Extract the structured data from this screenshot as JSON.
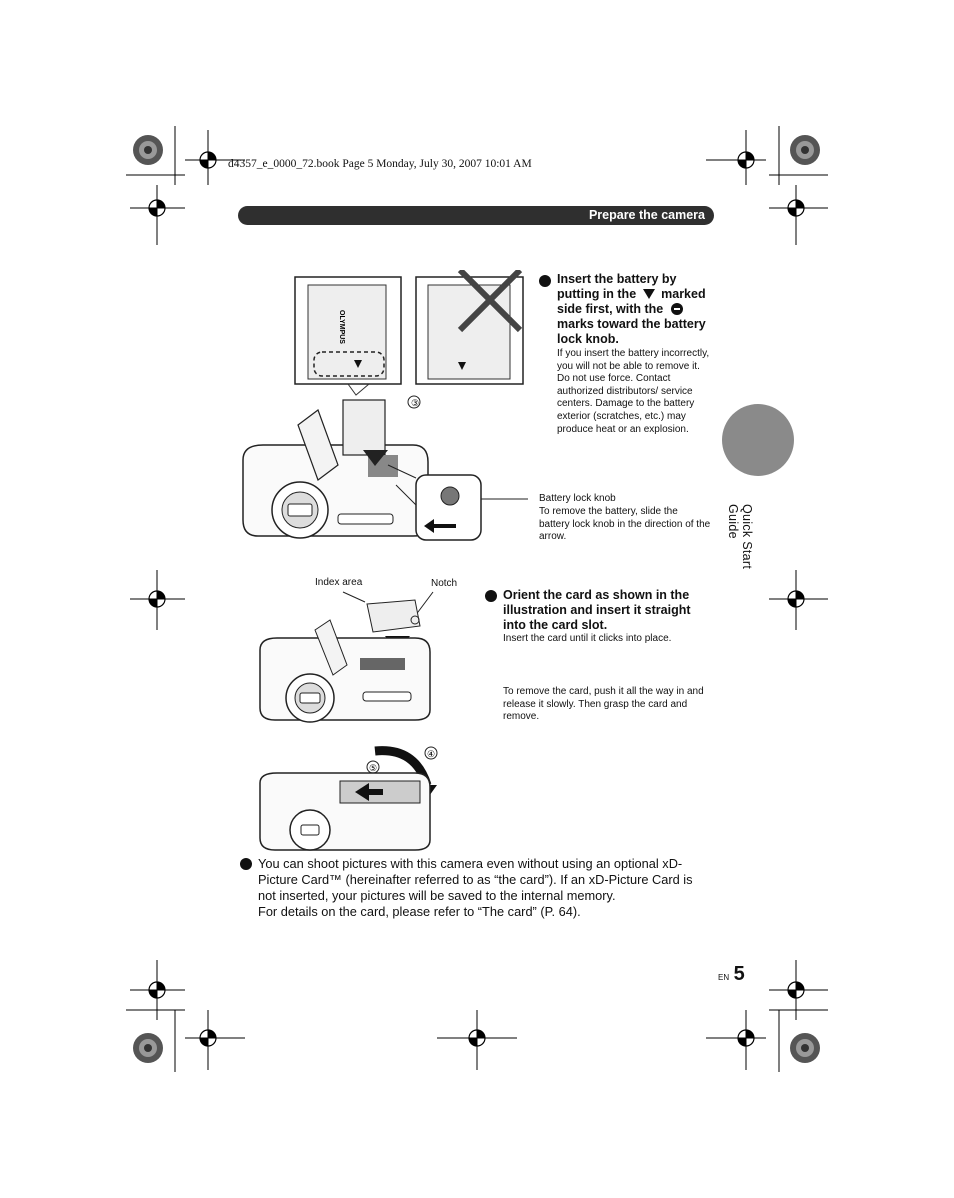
{
  "header": {
    "file_info": "d4357_e_0000_72.book  Page 5  Monday, July 30, 2007  10:01 AM"
  },
  "section": {
    "title": "Prepare the camera"
  },
  "side_tab": {
    "label": "Quick Start Guide"
  },
  "battery_step": {
    "instruction_parts": [
      "Insert the battery by putting in the",
      "marked side first, with the",
      "marks toward the battery lock knob."
    ],
    "note": "If you insert the battery incorrectly, you will not be able to remove it. Do not use force. Contact authorized distributors/ service centers. Damage to the battery exterior (scratches, etc.) may produce heat or an explosion.",
    "lock_knob_label": "Battery lock knob",
    "lock_knob_note": "To remove the battery, slide the battery lock knob in the direction of the arrow.",
    "callout_3": "③"
  },
  "card_step": {
    "index_area_label": "Index area",
    "notch_label": "Notch",
    "instruction": "Orient the card as shown in the illustration and insert it straight into the card slot.",
    "note1": "Insert the card until it clicks into place.",
    "note2": "To remove the card, push it all the way in and release it slowly. Then grasp the card and remove.",
    "callout_4": "④",
    "callout_5": "⑤"
  },
  "footnote": {
    "line1": "You can shoot pictures with this camera even without using an optional xD-",
    "line2": "Picture Card™ (hereinafter referred to as “the card”). If an xD-Picture Card is",
    "line3": "not inserted, your pictures will be saved to the internal memory.",
    "line4": "For details on the card, please refer to “The card” (P. 64)."
  },
  "page": {
    "lang": "EN",
    "number": "5"
  },
  "illustration_text": {
    "brand": "OLYMPUS"
  }
}
